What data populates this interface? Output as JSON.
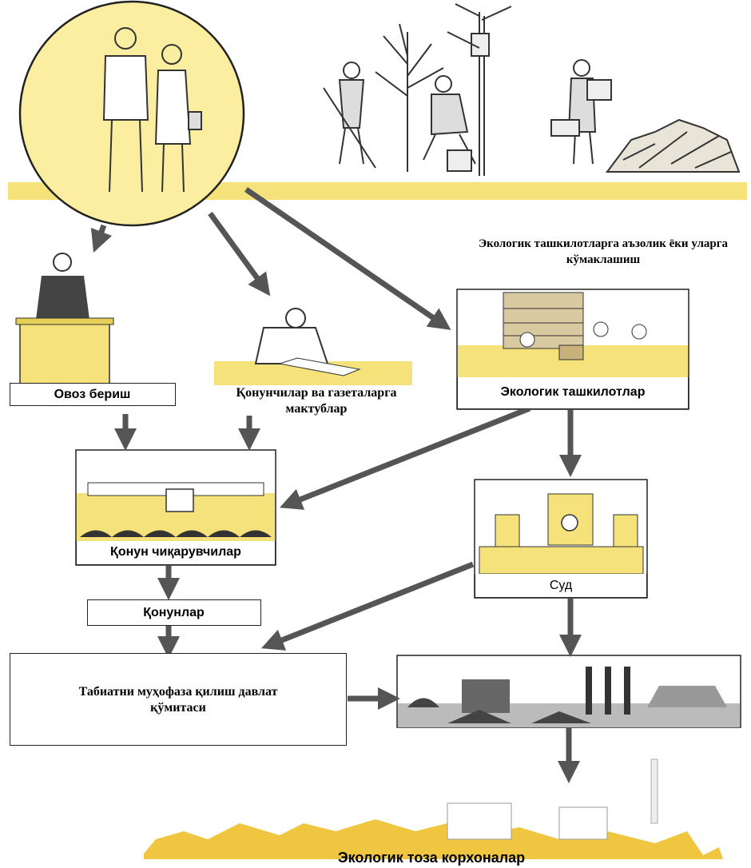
{
  "labels": {
    "membership": "Экологик ташкилотларга аъзолик ёки уларга кўмаклашиш",
    "voting": "Овоз бериш",
    "letters": "Қонунчилар ва газеталарга мактублар",
    "eco_orgs": "Экологик ташкилотлар",
    "lawmakers": "Қонун чиқарувчилар",
    "court": "Суд",
    "laws": "Қонунлар",
    "state_committee": "Табиатни муҳофаза қилиш давлат қўмитаси",
    "clean_factories": "Экологик тоза корхоналар"
  },
  "colors": {
    "yellow": "#f5e27a",
    "yellow_light": "#fbeea0",
    "arrow": "#555555",
    "line": "#222222"
  }
}
